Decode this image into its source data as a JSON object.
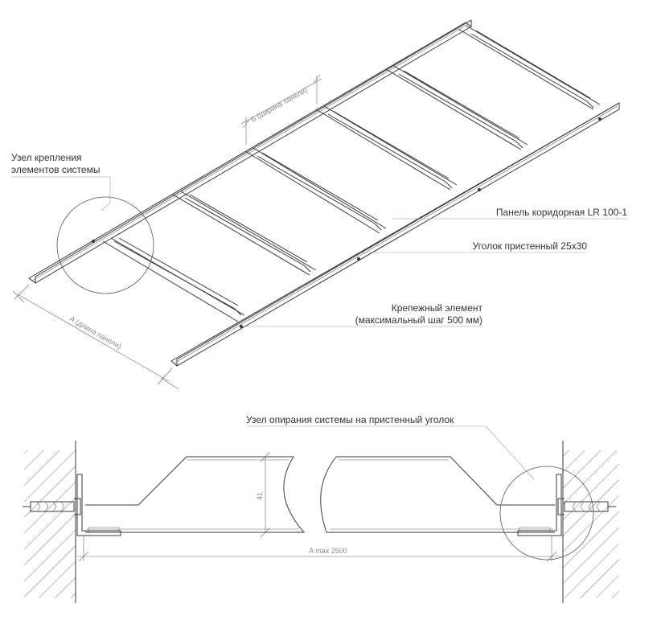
{
  "labels": {
    "node_top_1": "Узел крепления",
    "node_top_2": "элементов системы",
    "panel": "Панель коридорная LR 100-1",
    "angle": "Уголок пристенный 25х30",
    "fastener_1": "Крепежный элемент",
    "fastener_2": "(максимальный шаг 500 мм)",
    "node_bottom": "Узел опирания системы на пристенный уголок"
  },
  "dimensions": {
    "panel_width": "Б (ширина панели)",
    "panel_length": "А (длина панели)",
    "height": "41",
    "span": "A max 2500"
  }
}
